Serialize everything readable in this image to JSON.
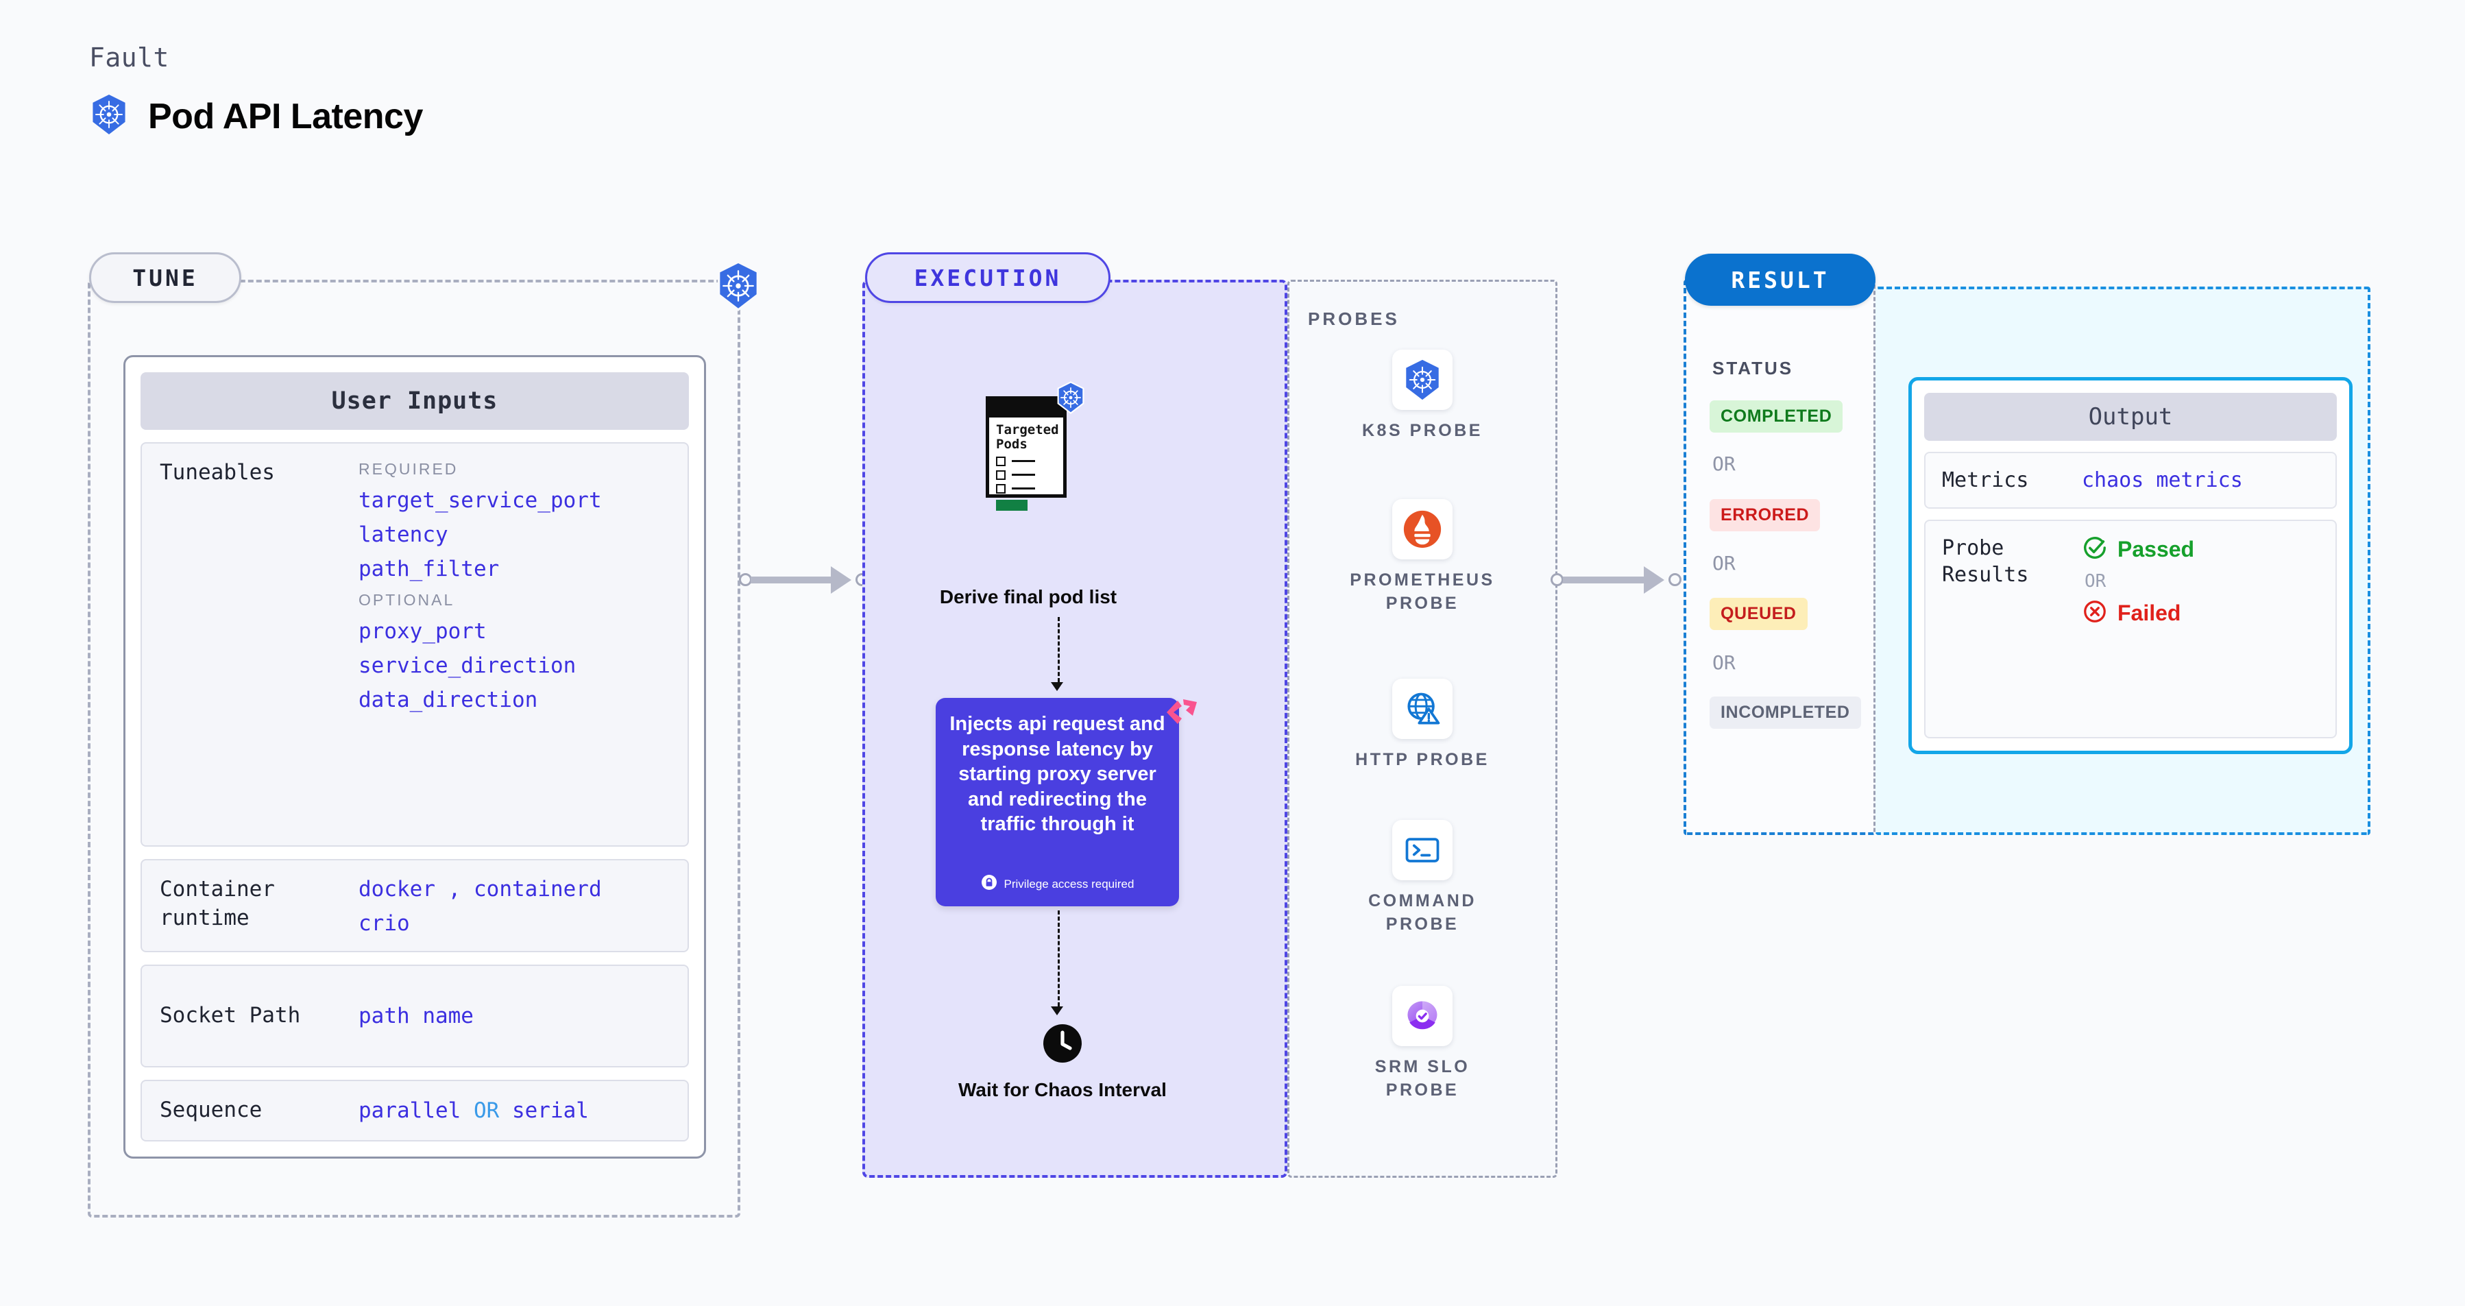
{
  "header": {
    "kicker": "Fault",
    "title": "Pod API Latency",
    "icon": "kubernetes-icon"
  },
  "tune": {
    "badge": "TUNE",
    "edge_icon": "kubernetes-icon",
    "card_title": "User Inputs",
    "tuneables": {
      "label": "Tuneables",
      "required_label": "REQUIRED",
      "required": [
        "target_service_port",
        "latency",
        "path_filter"
      ],
      "optional_label": "OPTIONAL",
      "optional": [
        "proxy_port",
        "service_direction",
        "data_direction"
      ]
    },
    "container_runtime": {
      "label": "Container runtime",
      "values_line1": [
        "docker",
        "containerd"
      ],
      "separator": ",",
      "values_line2": [
        "crio"
      ]
    },
    "socket_path": {
      "label": "Socket Path",
      "value": "path name"
    },
    "sequence": {
      "label": "Sequence",
      "value_a": "parallel",
      "or": "OR",
      "value_b": "serial"
    }
  },
  "execution": {
    "badge": "EXECUTION",
    "pods_card": {
      "title": "Targeted Pods",
      "icon": "kubernetes-icon",
      "items": 3
    },
    "derive_label": "Derive final pod list",
    "inject": {
      "text": "Injects api request and response latency by starting proxy server and redirecting the traffic through it",
      "privilege_note": "Privilege access required",
      "privilege_icon": "lock-icon",
      "brand_icon": "litmus-logo",
      "color": "#4a3fe0"
    },
    "wait": {
      "icon": "clock-icon",
      "label": "Wait for Chaos Interval"
    }
  },
  "probes": {
    "label": "PROBES",
    "items": [
      {
        "name": "K8S PROBE",
        "icon": "kubernetes-icon"
      },
      {
        "name": "PROMETHEUS PROBE",
        "icon": "prometheus-icon"
      },
      {
        "name": "HTTP PROBE",
        "icon": "globe-warning-icon"
      },
      {
        "name": "COMMAND PROBE",
        "icon": "terminal-icon"
      },
      {
        "name": "SRM SLO PROBE",
        "icon": "srm-slo-donut-icon"
      }
    ]
  },
  "result": {
    "badge": "RESULT",
    "status_label": "STATUS",
    "or": "OR",
    "statuses": [
      {
        "label": "COMPLETED",
        "bg": "#d8f5d8",
        "fg": "#0f7a1c"
      },
      {
        "label": "ERRORED",
        "bg": "#fde3e3",
        "fg": "#cc1a1a"
      },
      {
        "label": "QUEUED",
        "bg": "#fdeeb8",
        "fg": "#c41d1d"
      },
      {
        "label": "INCOMPLETED",
        "bg": "#eceef4",
        "fg": "#5d6375"
      }
    ],
    "output": {
      "title": "Output",
      "metrics": {
        "label": "Metrics",
        "value": "chaos metrics"
      },
      "probe_results": {
        "label": "Probe Results",
        "passed": "Passed",
        "or": "OR",
        "failed": "Failed",
        "passed_icon": "check-circle-icon",
        "failed_icon": "x-circle-icon"
      }
    }
  }
}
